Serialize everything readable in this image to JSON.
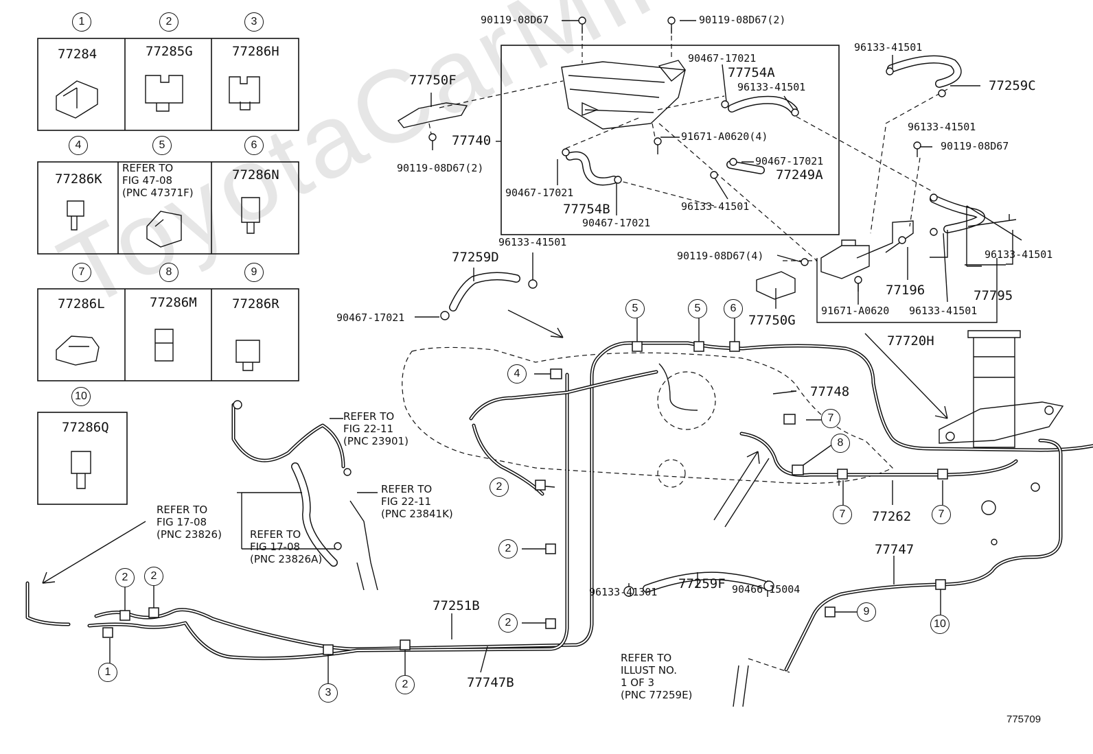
{
  "watermark": "ToyotaCarMine.ru",
  "illustration_number": "775709",
  "clips": [
    {
      "index": "1",
      "part": "77284"
    },
    {
      "index": "2",
      "part": "77285G"
    },
    {
      "index": "3",
      "part": "77286H"
    },
    {
      "index": "4",
      "part": "77286K"
    },
    {
      "index": "5",
      "part": "REFER TO\nFIG 47-08\n(PNC 47371F)"
    },
    {
      "index": "6",
      "part": "77286N"
    },
    {
      "index": "7",
      "part": "77286L"
    },
    {
      "index": "8",
      "part": "77286M"
    },
    {
      "index": "9",
      "part": "77286R"
    },
    {
      "index": "10",
      "part": "77286Q"
    }
  ],
  "labels": {
    "p90119_top1": "90119-08D67",
    "p90119_top2": "90119-08D67(2)",
    "p90467_a": "90467-17021",
    "p77754A": "77754A",
    "p96133_a": "96133-41501",
    "p77750F": "77750F",
    "p77740": "77740",
    "p90119_left": "90119-08D67(2)",
    "p91671_4": "91671-A0620(4)",
    "p90467_b": "90467-17021",
    "p77249A": "77249A",
    "p90467_c": "90467-17021",
    "p77754B": "77754B",
    "p90467_d": "90467-17021",
    "p96133_b": "96133-41501",
    "p96133_top": "96133-41501",
    "p77259C": "77259C",
    "p96133_c": "96133-41501",
    "p90119_right": "90119-08D67",
    "p96133_d": "96133-41501",
    "p90119_4": "90119-08D67(4)",
    "p77196": "77196",
    "p77795": "77795",
    "p91671": "91671-A0620",
    "p96133_e": "96133-41501",
    "p77750G": "77750G",
    "p77720H": "77720H",
    "p96133_f": "96133-41501",
    "p77259D": "77259D",
    "p90467_e": "90467-17021",
    "p77748": "77748",
    "p77262": "77262",
    "p77747": "77747",
    "p77251B": "77251B",
    "p77747B": "77747B",
    "p96133_41301": "96133-41301",
    "p77259F": "77259F",
    "p90466": "90466-15004"
  },
  "refs": {
    "r23901": "REFER TO\nFIG 22-11\n(PNC 23901)",
    "r23841K": "REFER TO\nFIG 22-11\n(PNC 23841K)",
    "r23826": "REFER TO\nFIG 17-08\n(PNC 23826)",
    "r23826A": "REFER TO\nFIG 17-08\n(PNC 23826A)",
    "r77259E": "REFER TO\nILLUST NO.\n1 OF 3\n(PNC 77259E)"
  },
  "callouts": [
    "1",
    "2",
    "2",
    "3",
    "2",
    "2",
    "2",
    "2",
    "4",
    "5",
    "5",
    "6",
    "7",
    "8",
    "7",
    "7",
    "9",
    "10"
  ]
}
